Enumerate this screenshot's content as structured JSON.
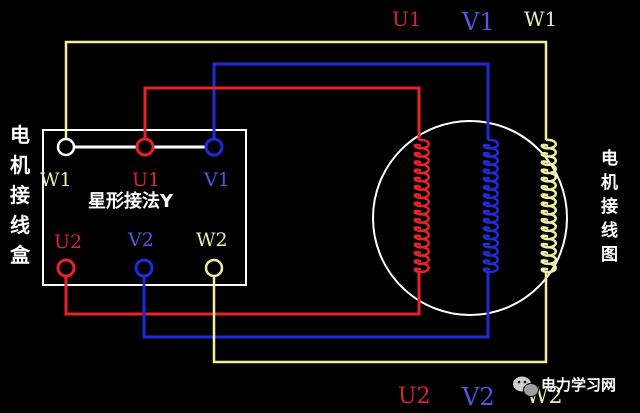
{
  "colors": {
    "background": "#000000",
    "white": "#ffffff",
    "red": "#e8222b",
    "blue": "#1f2bd6",
    "yellow": "#f2f0a0",
    "u_label": "#d6263a",
    "v_label": "#4f5ae0",
    "w_label": "#ecebb0"
  },
  "top_labels": {
    "u1": "U1",
    "v1": "V1",
    "w1": "W1"
  },
  "bottom_labels": {
    "u2": "U2",
    "v2": "V2",
    "w2": "W2"
  },
  "terminal_box": {
    "side_title": [
      "电",
      "机",
      "接",
      "线",
      "盒"
    ],
    "connection_label": "星形接法Y",
    "terminals_top": [
      {
        "name": "W1",
        "color": "yellow"
      },
      {
        "name": "U1",
        "color": "red"
      },
      {
        "name": "V1",
        "color": "blue"
      }
    ],
    "terminals_bottom": [
      {
        "name": "U2",
        "color": "red"
      },
      {
        "name": "V2",
        "color": "blue"
      },
      {
        "name": "W2",
        "color": "yellow"
      }
    ]
  },
  "motor": {
    "side_title": [
      "电",
      "机",
      "接",
      "线",
      "图"
    ],
    "windings": [
      "U",
      "V",
      "W"
    ]
  },
  "watermark": {
    "icon": "wechat-icon",
    "text": "电力学习网"
  }
}
